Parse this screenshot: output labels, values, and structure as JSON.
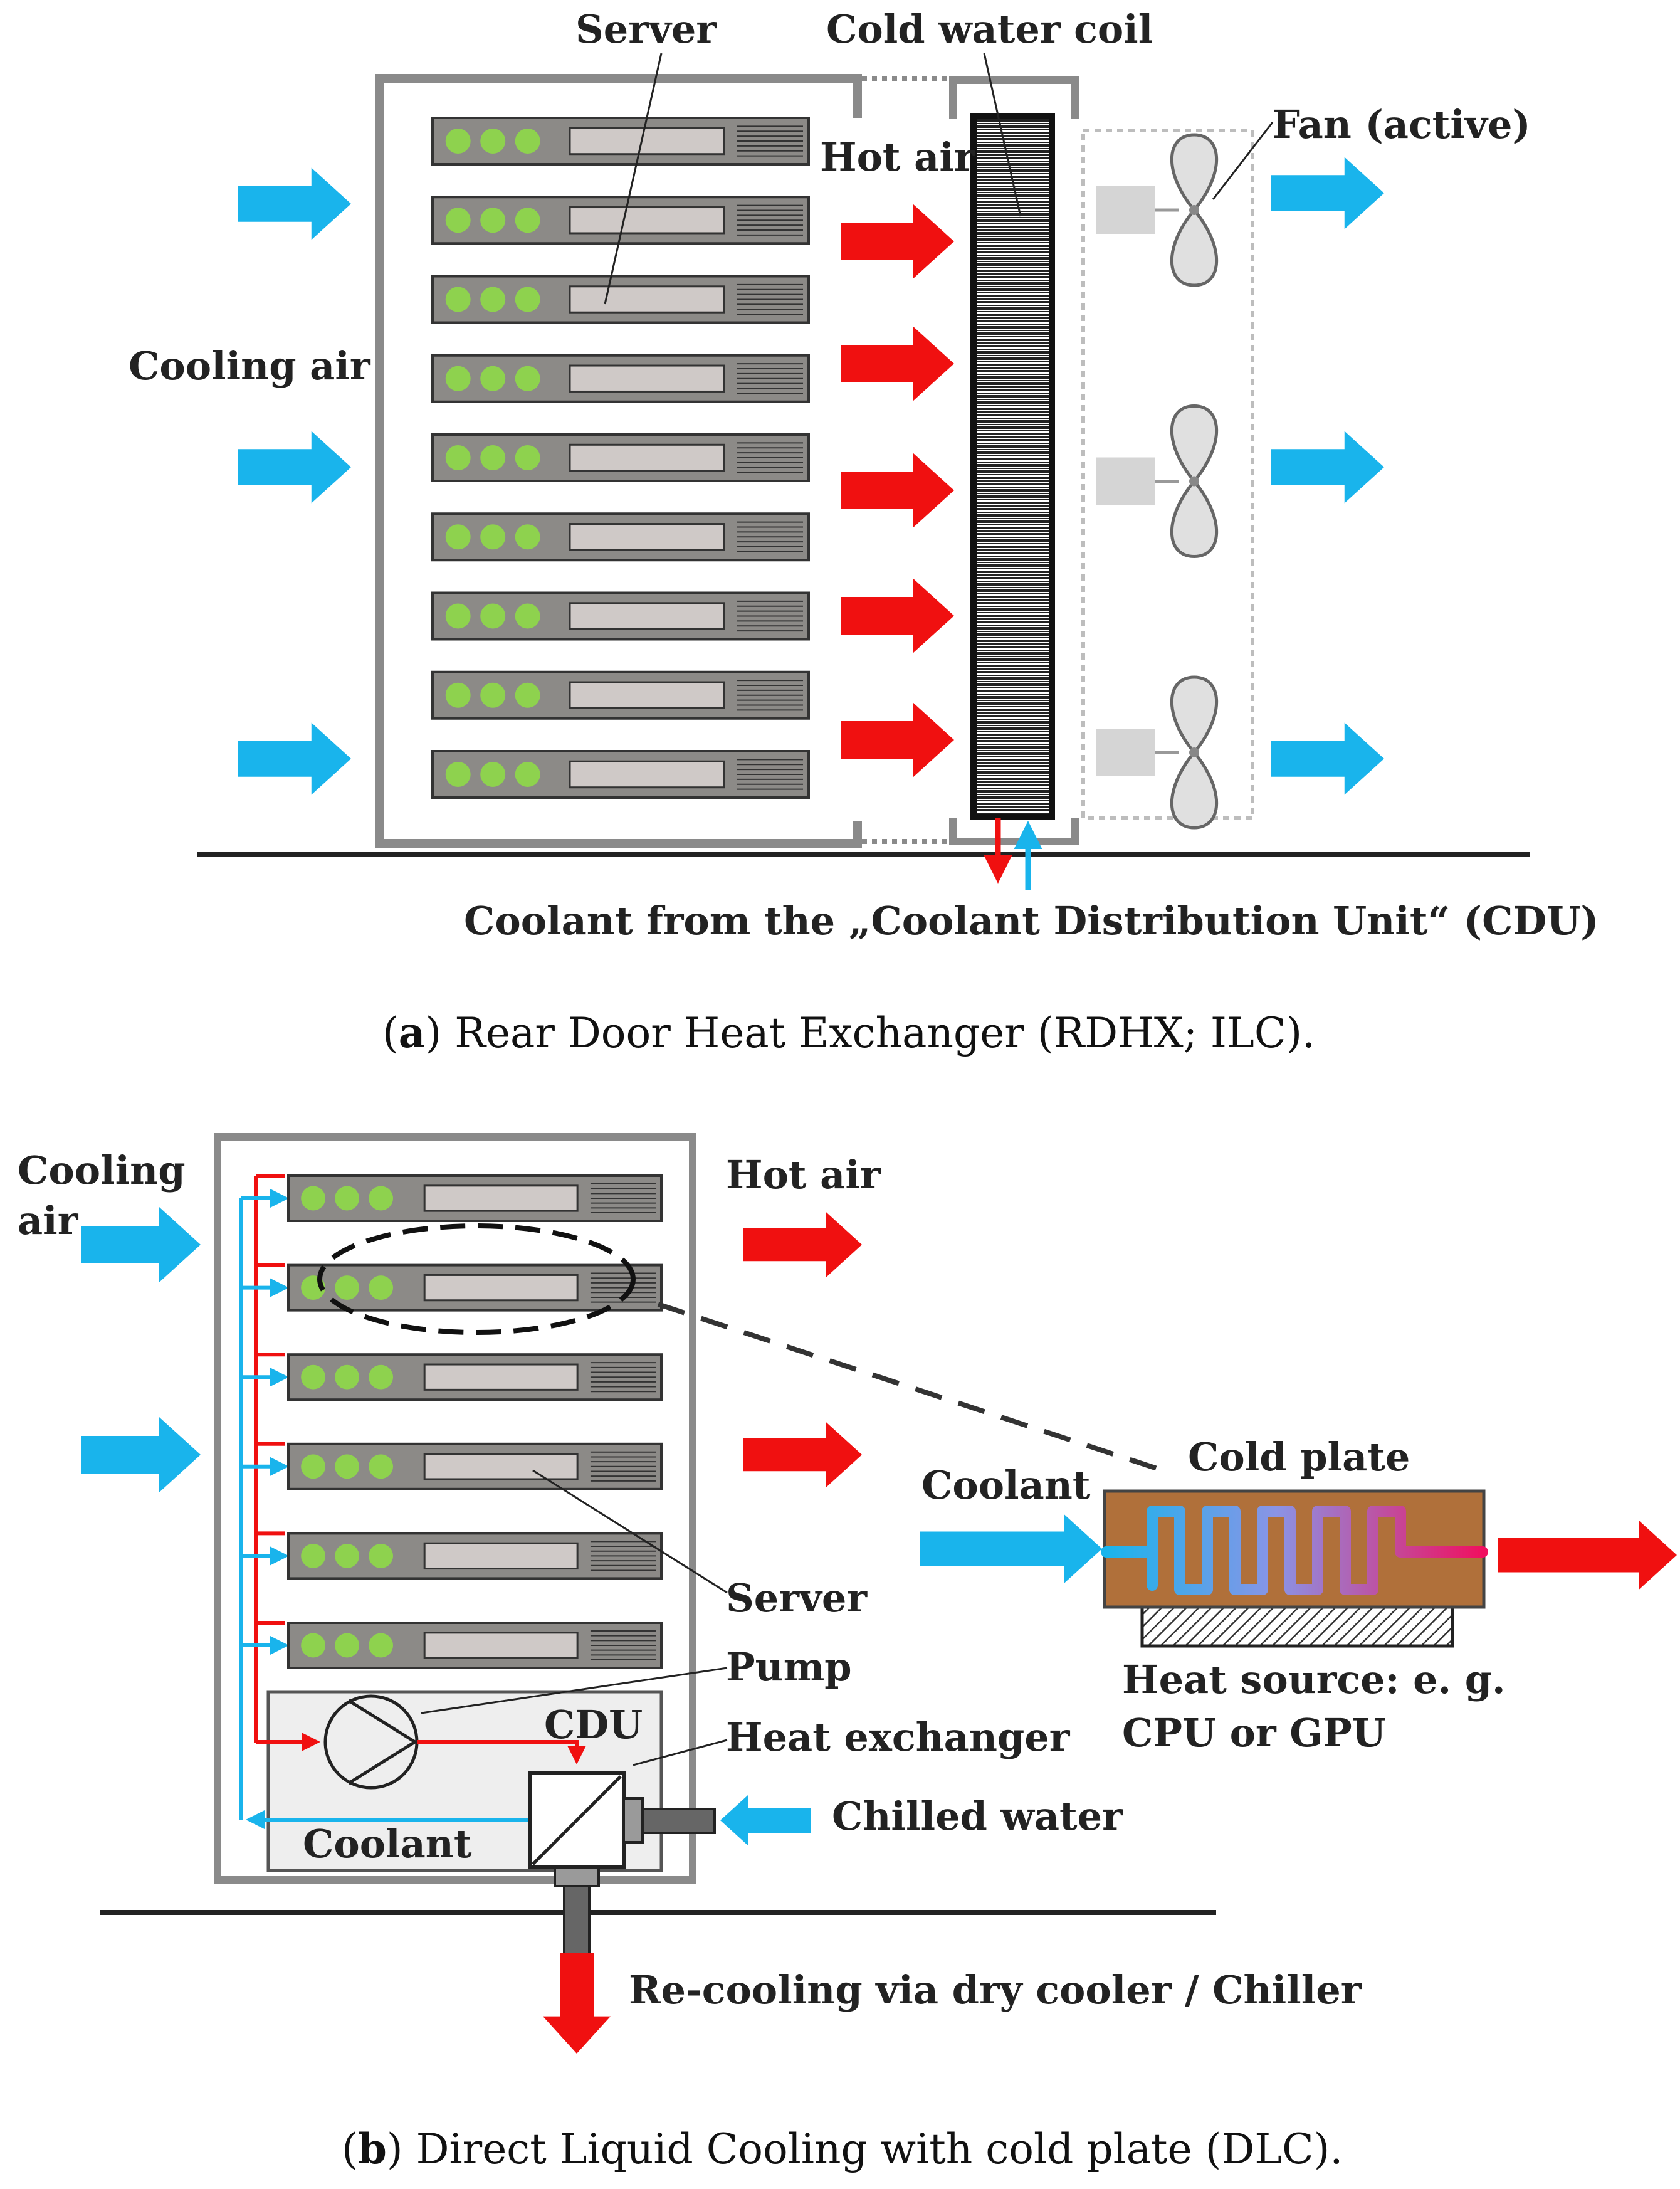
{
  "colors": {
    "cold": "#19b4ec",
    "hot": "#f01010",
    "server_body": "#8c8a87",
    "server_led": "#8ed24e",
    "rack_frame": "#8a8a8a",
    "plate": "#b0703a"
  },
  "panel_a": {
    "labels": {
      "server": "Server",
      "cold_water_coil": "Cold water coil",
      "hot_air": "Hot air",
      "fan": "Fan (active)",
      "cooling_air": "Cooling air",
      "coolant_from_cdu": "Coolant from the „Coolant Distribution Unit“ (CDU)"
    },
    "caption": {
      "open": "(",
      "letter": "a",
      "text": ") Rear Door Heat Exchanger (RDHX; ILC)."
    },
    "server_count": 9,
    "fan_count": 3
  },
  "panel_b": {
    "labels": {
      "cooling_air_line1": "Cooling",
      "cooling_air_line2": "air",
      "hot_air": "Hot air",
      "cold_plate": "Cold plate",
      "coolant_right": "Coolant",
      "server": "Server",
      "pump": "Pump",
      "cdu": "CDU",
      "heat_exchanger": "Heat exchanger",
      "chilled_water": "Chilled water",
      "coolant_cdu": "Coolant",
      "heat_source_line1": "Heat source: e. g.",
      "heat_source_line2": "CPU or GPU",
      "recooling": "Re-cooling via dry cooler / Chiller"
    },
    "caption": {
      "open": "(",
      "letter": "b",
      "text": ") Direct Liquid Cooling with cold plate (DLC)."
    },
    "server_count": 6
  }
}
